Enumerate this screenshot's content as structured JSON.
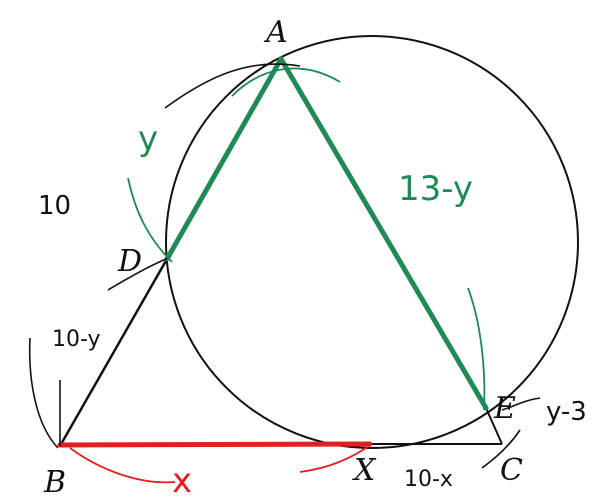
{
  "colors": {
    "ink": "#111111",
    "green": "#1f8a55",
    "red": "#e02020"
  },
  "points": {
    "A": "A",
    "B": "B",
    "C": "C",
    "D": "D",
    "E": "E",
    "X": "X"
  },
  "annotations": {
    "y_green": "y",
    "thirteen_minus_y": "13-y",
    "ten": "10",
    "ten_minus_y": "10-y",
    "y_minus_3": "y-3",
    "x_red": "x",
    "ten_minus_x": "10-x"
  }
}
